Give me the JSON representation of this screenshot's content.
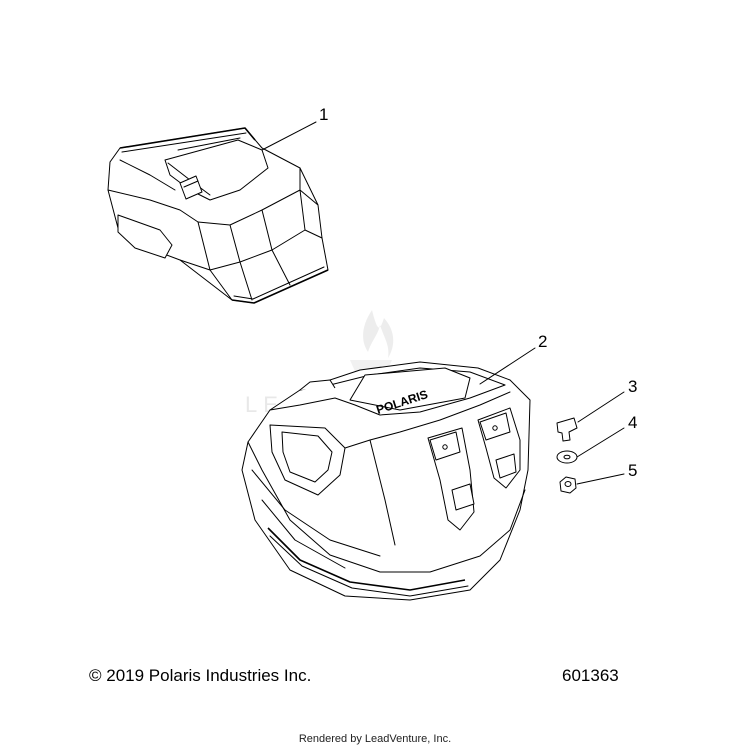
{
  "callouts": [
    "1",
    "2",
    "3",
    "4",
    "5"
  ],
  "part2_logo_text": "POLARIS",
  "watermark_text": "LEADVENTURE",
  "copyright": "© 2019 Polaris Industries Inc.",
  "diagram_number": "601363",
  "rendered_by": "Rendered by LeadVenture, Inc."
}
